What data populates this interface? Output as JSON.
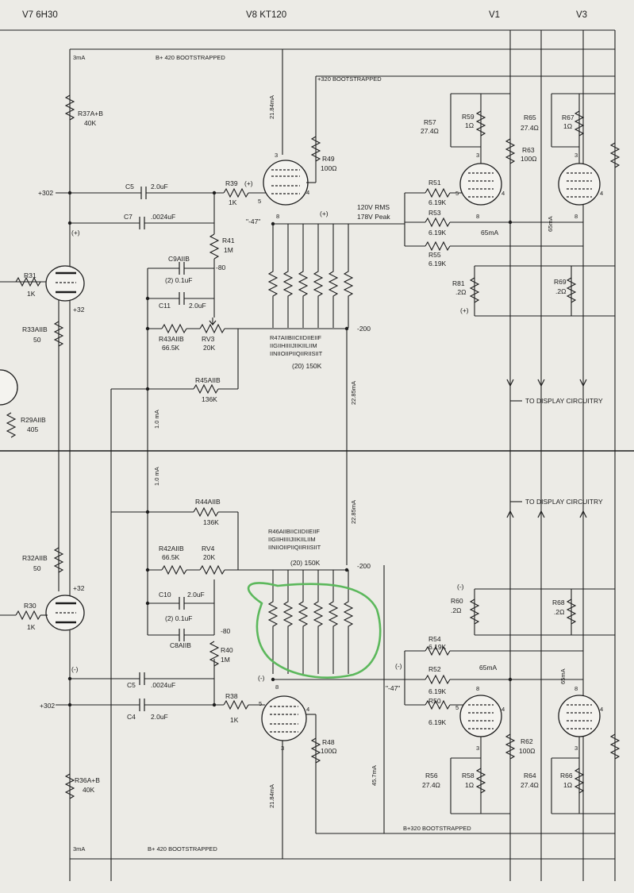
{
  "header": {
    "v7": "V7  6H30",
    "v8": "V8   KT120",
    "v1": "V1",
    "v3": "V3"
  },
  "labels": {
    "ma3_top": "3mA",
    "bplus_top": "B+ 420 BOOTSTRAPPED",
    "b320_top": "+320 BOOTSTRAPPED",
    "ma21_top": "21.84mA",
    "r37": "R37A+B",
    "r37v": "40K",
    "plus302_top": "+302",
    "c5_top": "C5",
    "c5_top_v": "2.0uF",
    "c7": "C7",
    "c7v": ".0024uF",
    "r39": "R39",
    "r39v": "1K",
    "plus_a": "(+)",
    "plus_b": "(+)",
    "plus_c": "(+)",
    "plus_d": "(+)",
    "minus47_top": "\"-47\"",
    "r49": "R49",
    "r49v": "100Ω",
    "r41": "R41",
    "r41v": "1M",
    "c9": "C9AIIB",
    "c9v": "(2) 0.1uF",
    "minus80_top": "-80",
    "c11": "C11",
    "c11v": "2.0uF",
    "r43": "R43AIIB",
    "r43v": "66.5K",
    "rv3": "RV3",
    "rv3v": "20K",
    "r47a": "R47AIIBIICIIDIIEIIF",
    "r47b": "IIGIIHIIIIJIIKIILIIM",
    "r47c": "IINIIOIIPIIQIIRIISIIT",
    "r47v": "(20) 150K",
    "minus200_top": "-200",
    "r45": "R45AIIB",
    "r45v": "136K",
    "ma10_top": "1.0 mA",
    "ma10_bot": "1.0 mA",
    "ma2285_top": "22.85mA",
    "ma2285_bot": "22.85mA",
    "r31": "R31",
    "r31v": "1K",
    "plus32_top": "+32",
    "r33": "R33AIIB",
    "r33v": "50",
    "r29": "R29AIIB",
    "r29v": "405",
    "rms": "120V RMS",
    "peak": "178V Peak",
    "r51": "R51",
    "r51v": "6.19K",
    "r53": "R53",
    "r53v": "6.19K",
    "r55": "R55",
    "r55v": "6.19K",
    "ma65_a": "65mA",
    "ma65_b": "65mA",
    "r57": "R57",
    "r57v": "27.4Ω",
    "r59": "R59",
    "r59v": "1Ω",
    "r63": "R63",
    "r63v": "100Ω",
    "r65": "R65",
    "r65v": "27.4Ω",
    "r67": "R67",
    "r67v": "1Ω",
    "r81": "R81",
    "r81v": ".2Ω",
    "r69": "R69",
    "r69v": ".2Ω",
    "display_top": "TO DISPLAY CIRCUITRY",
    "display_bot": "TO DISPLAY CIRCUITRY",
    "r44": "R44AIIB",
    "r44v": "136K",
    "r46a": "R46AIIBIICIIDIIEIIF",
    "r46b": "IIGIIHIIIIJIIKIILIIM",
    "r46c": "IINIIOIIPIIQIIRIISIIT",
    "r46v": "(20) 150K",
    "minus200_bot": "-200",
    "r42": "R42AIIB",
    "r42v": "66.5K",
    "rv4": "RV4",
    "rv4v": "20K",
    "r32": "R32AIIB",
    "r32v": "50",
    "plus32_bot": "+32",
    "r30": "R30",
    "r30v": "1K",
    "c10": "C10",
    "c10v": "2.0uF",
    "c8v": "(2) 0.1uF",
    "c8": "C8AIIB",
    "minus80_bot": "-80",
    "r40": "R40",
    "r40v": "1M",
    "minus_a": "(-)",
    "minus_b": "(-)",
    "minus_c": "(-)",
    "minus_d": "(-)",
    "minus47_bot": "\"-47\"",
    "c5_bot": "C5",
    "c5_bot_v": ".0024uF",
    "plus302_bot": "+302",
    "c4": "C4",
    "c4v": "2.0uF",
    "r38": "R38",
    "r38v": "1K",
    "r48": "R48",
    "r48v": "100Ω",
    "ma457": "45.7mA",
    "ma21_bot": "21.84mA",
    "r36": "R36A+B",
    "r36v": "40K",
    "ma3_bot": "3mA",
    "bplus_bot": "B+ 420 BOOTSTRAPPED",
    "b320_bot": "B+320 BOOTSTRAPPED",
    "r60": "R60",
    "r60v": ".2Ω",
    "r68": "R68",
    "r68v": ".2Ω",
    "r54": "R54",
    "r54v": "6.19K",
    "r52": "R52",
    "r52v": "6.19K",
    "r50": "R50",
    "r50v": "6.19K",
    "ma65_c": "65mA",
    "ma65_d": "65mA",
    "r62": "R62",
    "r62v": "100Ω",
    "r56": "R56",
    "r56v": "27.4Ω",
    "r58": "R58",
    "r58v": "1Ω",
    "r64": "R64",
    "r64v": "27.4Ω",
    "r66": "R66",
    "r66v": "1Ω"
  },
  "pins": {
    "p3": "3",
    "p4": "4",
    "p5": "5",
    "p8": "8"
  },
  "colors": {
    "paper": "#ecebe6",
    "ink": "#1d1d1d",
    "highlight": "#5cb85c"
  }
}
